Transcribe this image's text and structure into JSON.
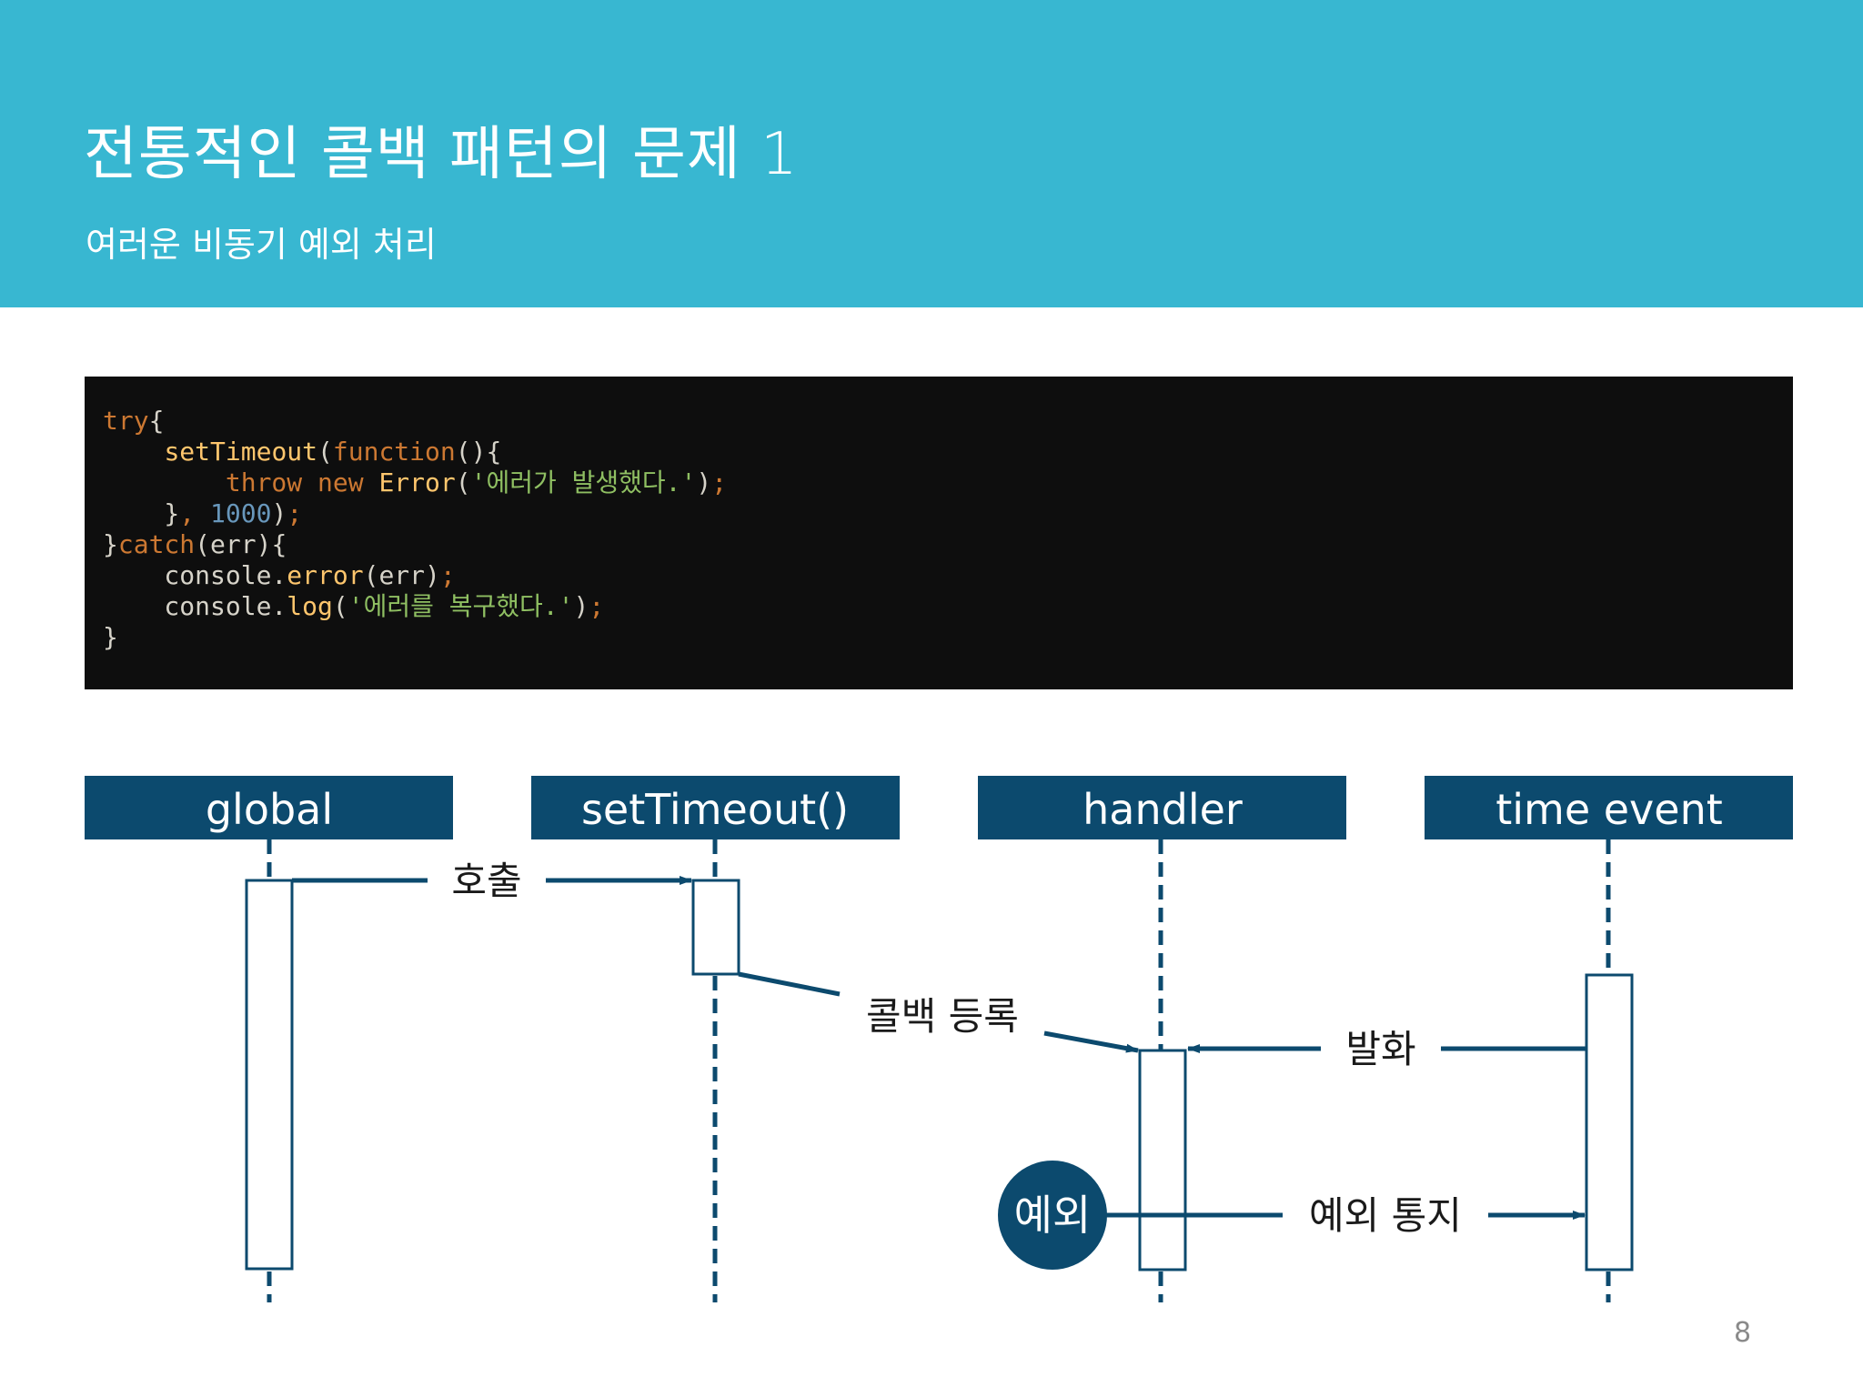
{
  "slide": {
    "title": "전통적인 콜백 패턴의 문제 1",
    "subtitle": "여러운 비동기 예외 처리",
    "page_number": "8"
  },
  "code": {
    "lines": [
      "try{",
      "    setTimeout(function(){",
      "        throw new Error('에러가 발생했다.');",
      "    }, 1000);",
      "}catch(err){",
      "    console.error(err);",
      "    console.log('에러를 복구했다.');",
      "}"
    ]
  },
  "diagram": {
    "lanes": [
      "global",
      "setTimeout()",
      "handler",
      "time event"
    ],
    "messages": {
      "call": "호출",
      "register_callback": "콜백 등록",
      "fire": "발화",
      "exception_notify": "예외 통지"
    },
    "exception_badge": "예외"
  },
  "colors": {
    "header_bg": "#38b7d1",
    "lane_header_bg": "#0c4a6e",
    "code_bg": "#0e0e0e"
  }
}
